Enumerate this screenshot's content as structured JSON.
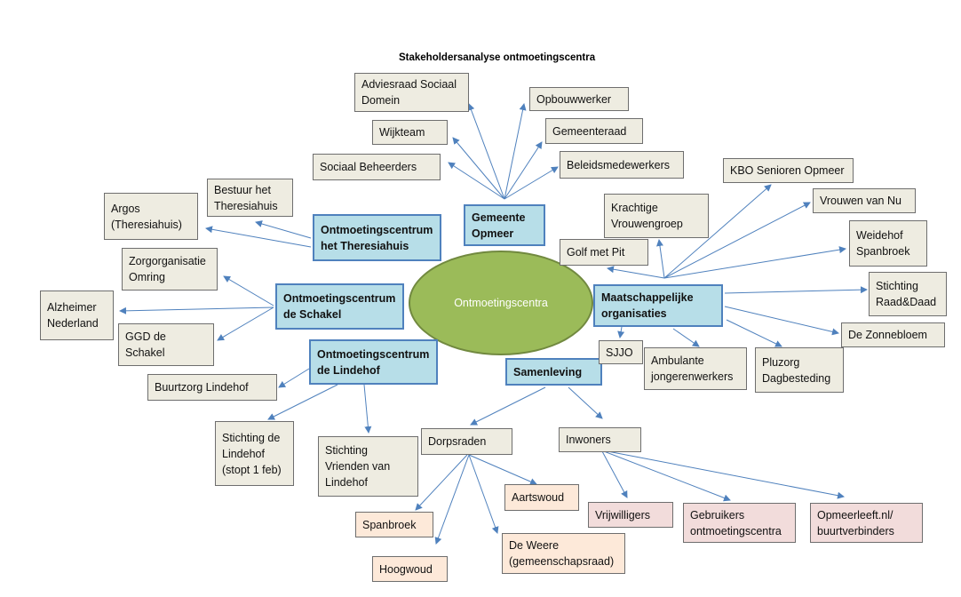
{
  "title": "Stakeholdersanalyse ontmoetingscentra",
  "center": "Ontmoetingscentra",
  "hubs": {
    "gemeente": "Gemeente Opmeer",
    "theresiahuis": "Ontmoetingscentrum het Theresiahuis",
    "schakel": "Ontmoetingscentrum de Schakel",
    "lindehof": "Ontmoetingscentrum de Lindehof",
    "maatschappelijk": "Maatschappelijke organisaties",
    "samenleving": "Samenleving"
  },
  "nodes": {
    "adviesraad": "Adviesraad Sociaal Domein",
    "opbouwwerker": "Opbouwwerker",
    "wijkteam": "Wijkteam",
    "gemeenteraad": "Gemeenteraad",
    "sociaal_beheerders": "Sociaal Beheerders",
    "beleidsmedewerkers": "Beleidsmedewerkers",
    "bestuur_theresiahuis": "Bestuur het Theresiahuis",
    "argos": "Argos (Theresiahuis)",
    "zorgorganisatie": "Zorgorganisatie Omring",
    "alzheimer": "Alzheimer Nederland",
    "ggd": "GGD de Schakel",
    "buurtzorg": "Buurtzorg Lindehof",
    "stichting_lindehof": "Stichting de Lindehof (stopt 1 feb)",
    "vrienden_lindehof": "Stichting Vrienden van Lindehof",
    "kbo": "KBO Senioren Opmeer",
    "krachtige": "Krachtige Vrouwengroep",
    "vrouwen_van_nu": "Vrouwen van Nu",
    "weidehof": "Weidehof Spanbroek",
    "golf": "Golf met Pit",
    "raad_daad": "Stichting Raad&Daad",
    "zonnebloem": "De Zonnebloem",
    "sjjo": "SJJO",
    "ambulante": "Ambulante jongerenwerkers",
    "pluzorg": "Pluzorg Dagbesteding",
    "dorpsraden": "Dorpsraden",
    "inwoners": "Inwoners",
    "aartswoud": "Aartswoud",
    "spanbroek": "Spanbroek",
    "de_weere": "De Weere (gemeenschapsraad)",
    "hoogwoud": "Hoogwoud",
    "vrijwilligers": "Vrijwilligers",
    "gebruikers": "Gebruikers ontmoetingscentra",
    "opmeerleeft": "Opmeerleeft.nl/ buurtverbinders"
  },
  "colors": {
    "hub_fill": "#b7dee8",
    "hub_border": "#4f81bd",
    "node_fill": "#eeece1",
    "village_fill": "#fde9d9",
    "resident_fill": "#f2dcdb",
    "center_fill": "#9bbb59",
    "arrow": "#4f81bd"
  }
}
